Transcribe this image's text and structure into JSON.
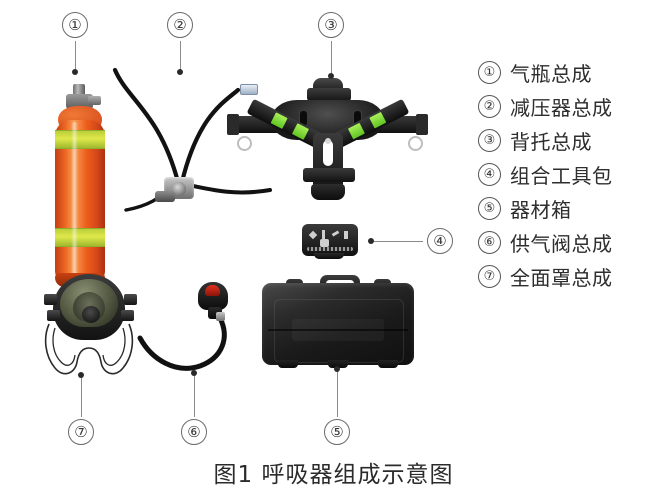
{
  "caption": "图1 呼吸器组成示意图",
  "legend": {
    "items": [
      {
        "num": "①",
        "label": "气瓶总成"
      },
      {
        "num": "②",
        "label": "减压器总成"
      },
      {
        "num": "③",
        "label": "背托总成"
      },
      {
        "num": "④",
        "label": "组合工具包"
      },
      {
        "num": "⑤",
        "label": "器材箱"
      },
      {
        "num": "⑥",
        "label": "供气阀总成"
      },
      {
        "num": "⑦",
        "label": "全面罩总成"
      }
    ]
  },
  "callouts": [
    {
      "id": "1",
      "num": "①",
      "target": "气瓶总成"
    },
    {
      "id": "2",
      "num": "②",
      "target": "减压器总成"
    },
    {
      "id": "3",
      "num": "③",
      "target": "背托总成"
    },
    {
      "id": "4",
      "num": "④",
      "target": "组合工具包"
    },
    {
      "id": "5",
      "num": "⑤",
      "target": "器材箱"
    },
    {
      "id": "6",
      "num": "⑥",
      "target": "供气阀总成"
    },
    {
      "id": "7",
      "num": "⑦",
      "target": "全面罩总成"
    }
  ],
  "colors": {
    "background": "#ffffff",
    "cylinder_body": "#e8561e",
    "cylinder_band": "#d8e44a",
    "harness_black": "#141414",
    "reflective_green": "#8ce03c",
    "valve_red": "#d22d1c",
    "case_black": "#1a1a1a",
    "leader_line": "#8a8a8a",
    "text": "#2e2e2e"
  }
}
